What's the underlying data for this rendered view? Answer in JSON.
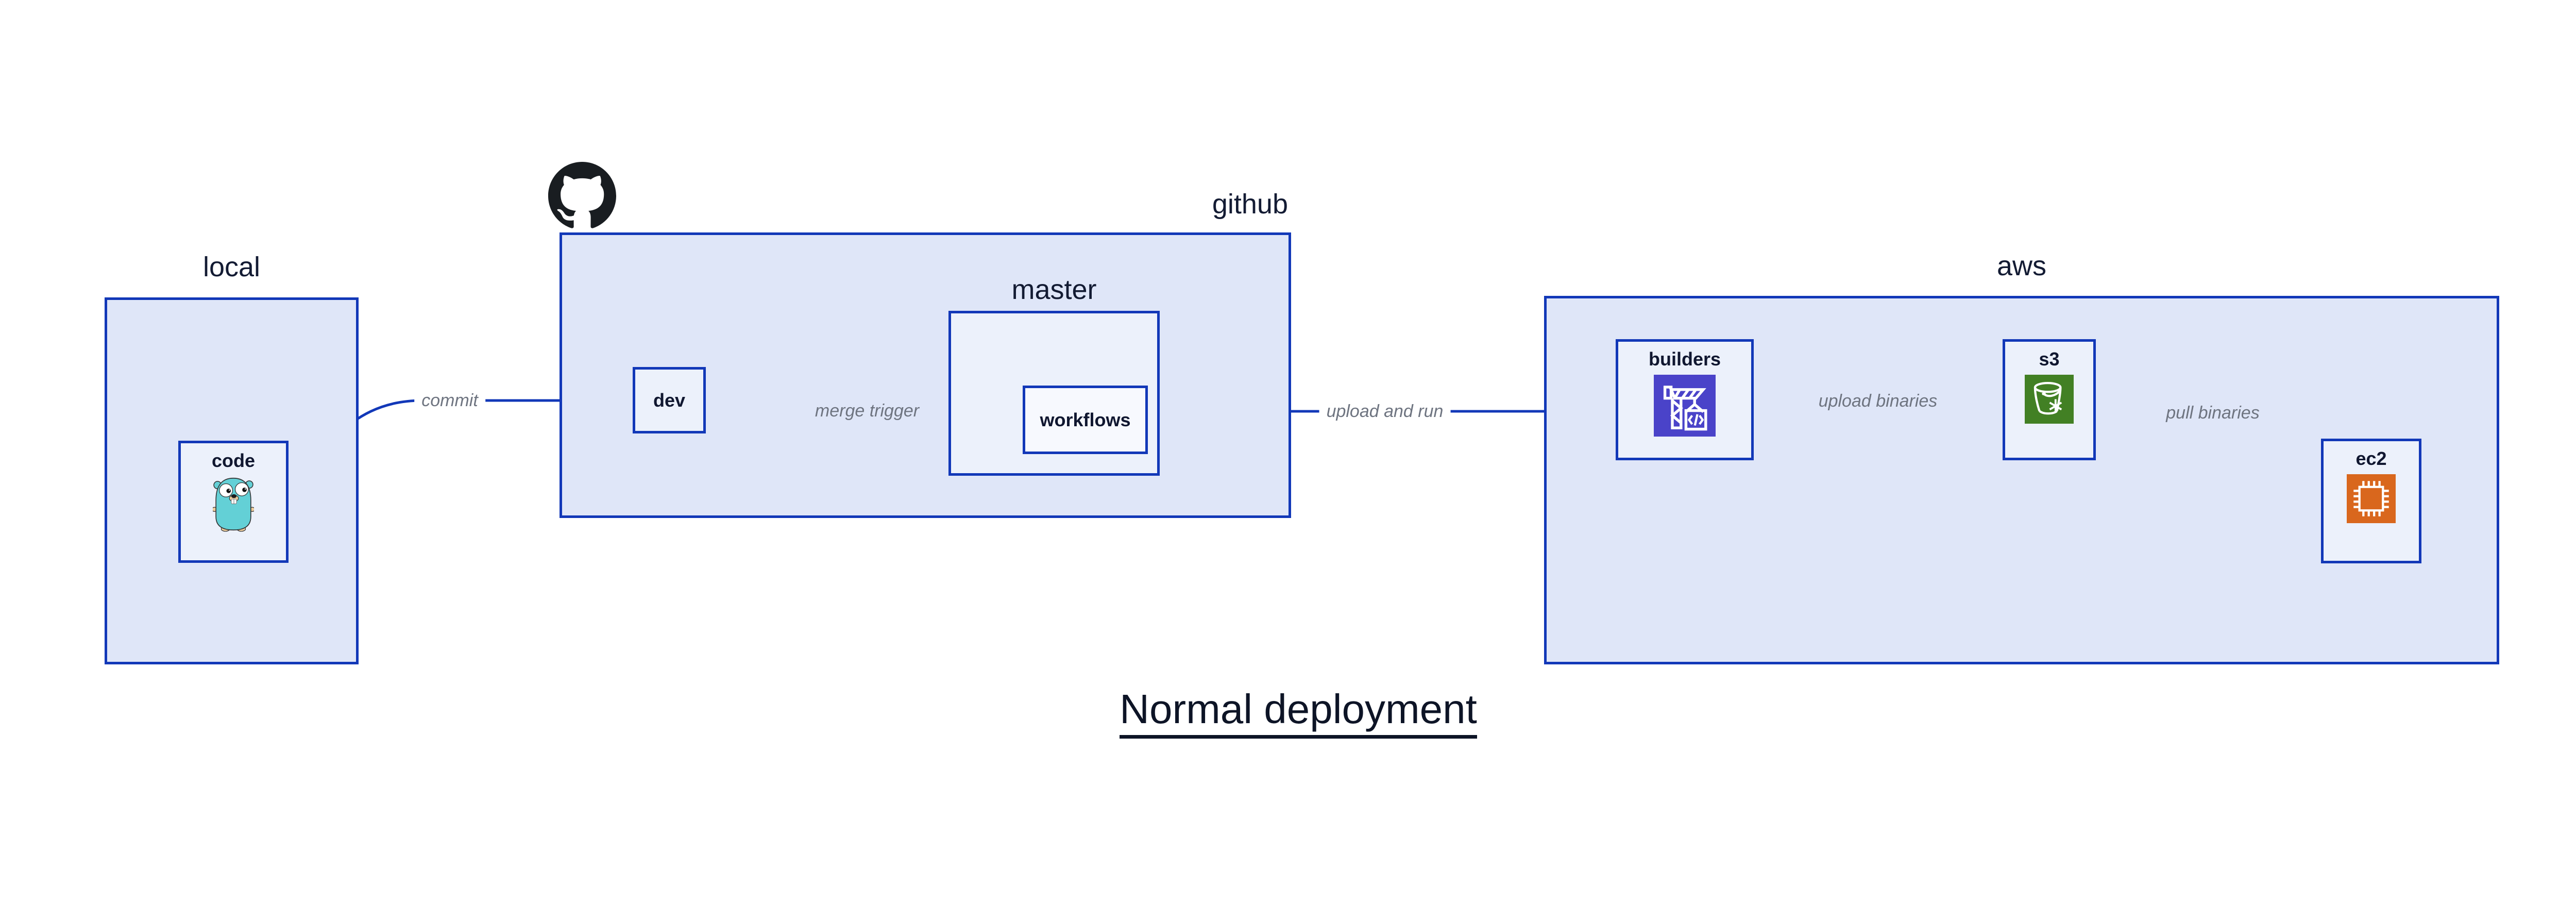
{
  "title": {
    "text": "Normal deployment"
  },
  "groups": {
    "local": {
      "label": "local"
    },
    "github": {
      "label": "github"
    },
    "master": {
      "label": "master"
    },
    "aws": {
      "label": "aws"
    }
  },
  "nodes": {
    "code": {
      "label": "code",
      "icon": "go-gopher-icon"
    },
    "dev": {
      "label": "dev"
    },
    "workflows": {
      "label": "workflows"
    },
    "builders": {
      "label": "builders",
      "icon": "aws-codebuild-icon",
      "icon_color": "#4a43c9"
    },
    "s3": {
      "label": "s3",
      "icon": "aws-s3-glacier-bucket-icon",
      "icon_color": "#428024"
    },
    "ec2": {
      "label": "ec2",
      "icon": "aws-ec2-chip-icon",
      "icon_color": "#d9671d"
    }
  },
  "edges": {
    "commit": {
      "label": "commit",
      "from": "code",
      "to": "dev"
    },
    "merge_trigger": {
      "label": "merge trigger",
      "from": "dev",
      "to": "workflows"
    },
    "upload_and_run": {
      "label": "upload and run",
      "from": "workflows",
      "to": "builders"
    },
    "upload_binaries": {
      "label": "upload binaries",
      "from": "builders",
      "to": "s3"
    },
    "pull_binaries": {
      "label": "pull binaries",
      "from": "s3",
      "to": "ec2"
    }
  },
  "colors": {
    "line_blue": "#1238b8",
    "group_fill": "#dfe6f8",
    "node_fill": "#ecf1fb",
    "workflows_fill": "#f7f9fe",
    "label_navy": "#101730",
    "edge_label_gray": "#6e7480",
    "codebuild_purple": "#4a43c9",
    "s3_green": "#428024",
    "ec2_orange": "#d9671d",
    "gopher_teal": "#63d0d6",
    "github_logo_black": "#191d21"
  }
}
